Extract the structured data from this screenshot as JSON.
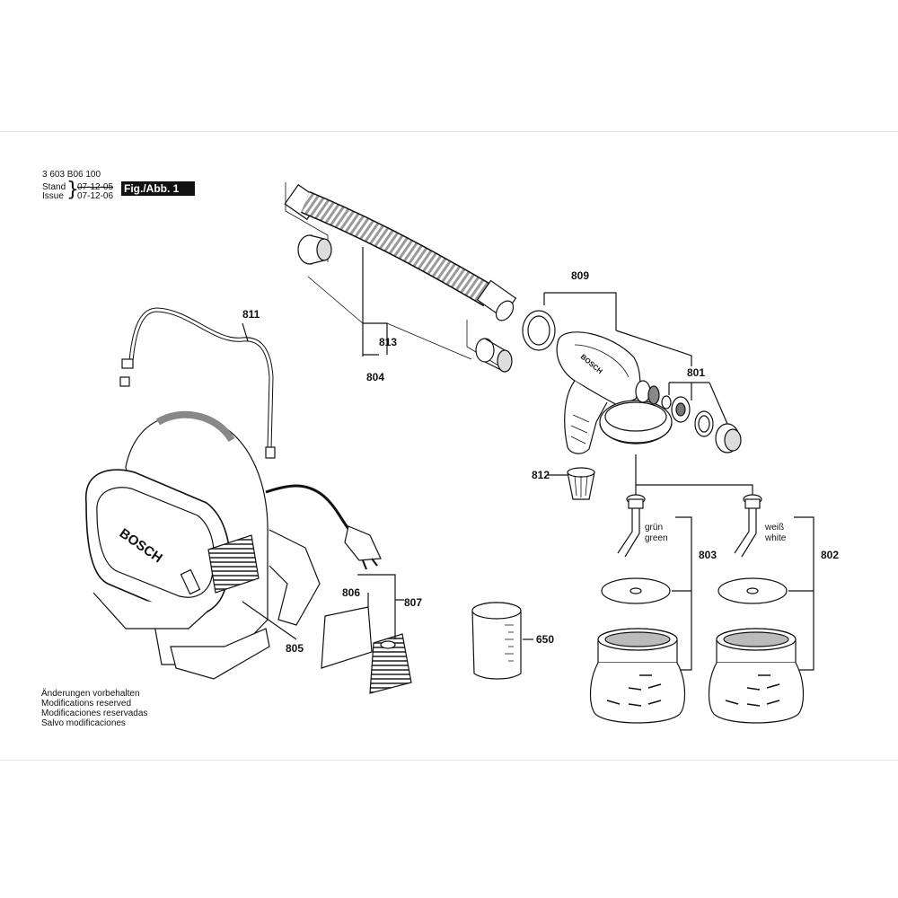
{
  "header": {
    "part_number": "3 603 B06 100",
    "stand_label": "Stand",
    "stand_date": "07-12-05",
    "issue_label": "Issue",
    "issue_date": "07-12-06",
    "figure_label": "Fig./Abb. 1"
  },
  "brand_mark": "BOSCH",
  "callouts": {
    "c809": "809",
    "c811": "811",
    "c813": "813",
    "c804": "804",
    "c801": "801",
    "c812": "812",
    "c803": "803",
    "c802": "802",
    "c806": "806",
    "c807": "807",
    "c805": "805",
    "c650": "650"
  },
  "tube_labels": {
    "green_de": "grün",
    "green_en": "green",
    "white_de": "weiß",
    "white_en": "white"
  },
  "notes": [
    "Änderungen vorbehalten",
    "Modifications reserved",
    "Modificaciones reservadas",
    "Salvo modificaciones"
  ],
  "colors": {
    "line": "#111111",
    "part_fill": "#ffffff",
    "shade": "#bdbdbd",
    "dark_shade": "#6e6e6e"
  }
}
